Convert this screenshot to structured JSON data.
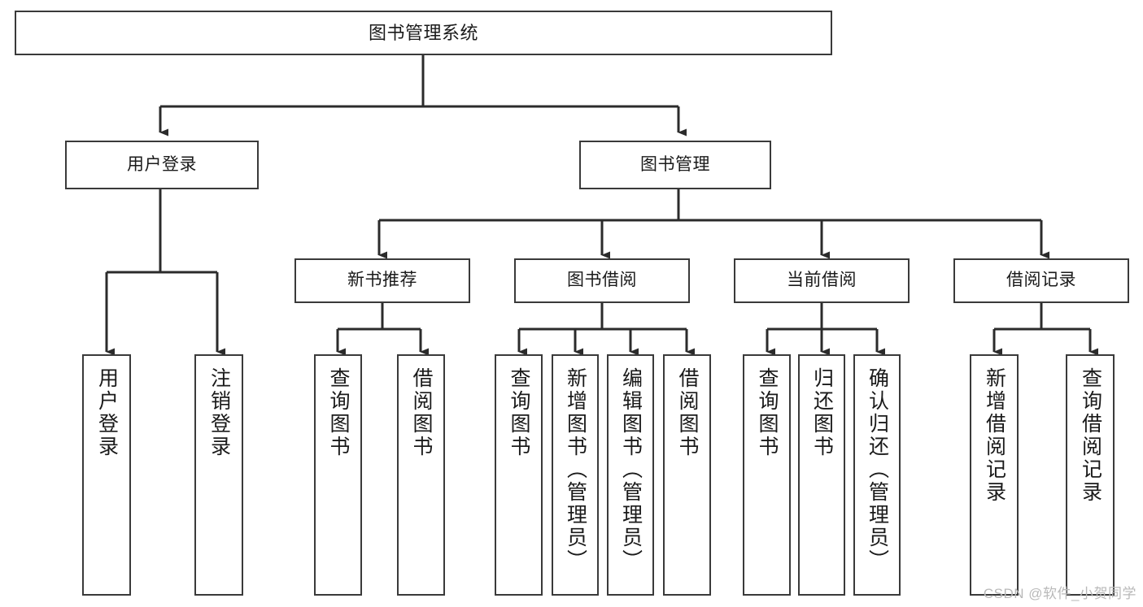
{
  "diagram": {
    "title": "图书管理系统",
    "orientation": "top-down-tree",
    "colors": {
      "background": "#ffffff",
      "node_fill": "#ffffff",
      "node_border": "#3a3a3a",
      "edge": "#2b2b2b",
      "text": "#1a1a1a",
      "watermark": "#b9b9b9"
    }
  },
  "root": {
    "label": "图书管理系统"
  },
  "level1": [
    {
      "label": "用户登录"
    },
    {
      "label": "图书管理"
    }
  ],
  "level2": [
    {
      "label": "新书推荐"
    },
    {
      "label": "图书借阅"
    },
    {
      "label": "当前借阅"
    },
    {
      "label": "借阅记录"
    }
  ],
  "leaves": {
    "user_login": [
      {
        "label": "用户登录"
      },
      {
        "label": "注销登录"
      }
    ],
    "new_book_recommend": [
      {
        "label": "查询图书"
      },
      {
        "label": "借阅图书"
      }
    ],
    "book_borrow": [
      {
        "label": "查询图书"
      },
      {
        "label": "新增图书（管理员）"
      },
      {
        "label": "编辑图书（管理员）"
      },
      {
        "label": "借阅图书"
      }
    ],
    "current_borrow": [
      {
        "label": "查询图书"
      },
      {
        "label": "归还图书"
      },
      {
        "label": "确认归还（管理员）"
      }
    ],
    "borrow_record": [
      {
        "label": "新增借阅记录"
      },
      {
        "label": "查询借阅记录"
      }
    ]
  },
  "watermark": {
    "text": "CSDN @软件_小贺同学"
  }
}
